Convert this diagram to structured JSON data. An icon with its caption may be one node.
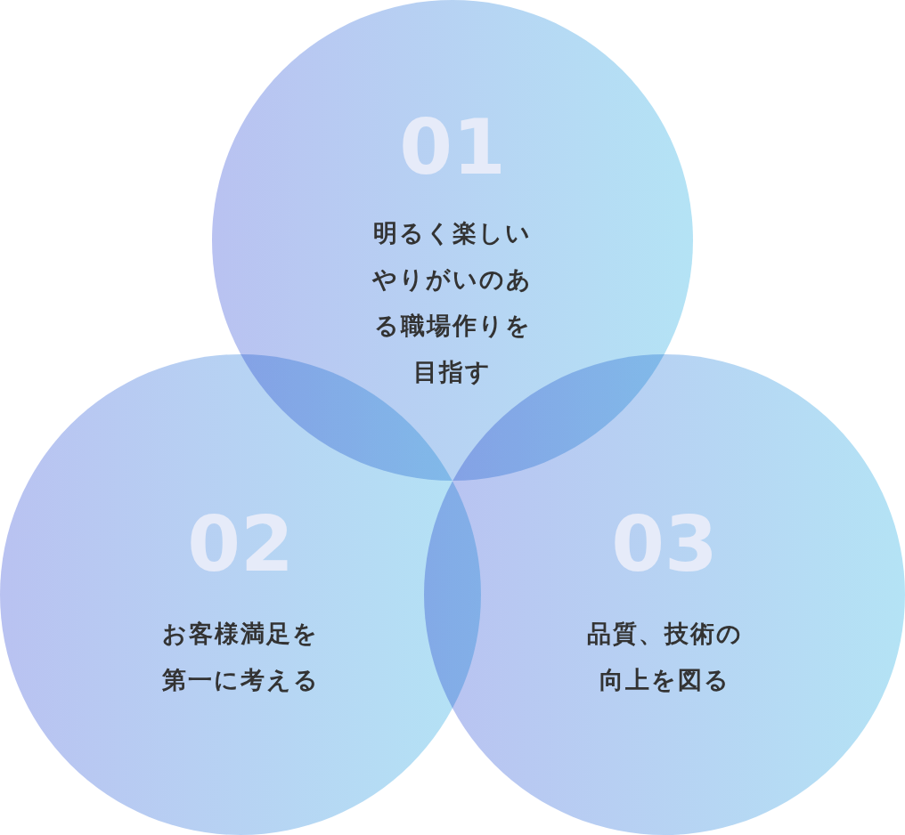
{
  "diagram": {
    "nodes": [
      {
        "text": [
          "01",
          "明るく楽しいやりがいのある職場作りを目指す"
        ]
      },
      {
        "text": [
          "02",
          "お客様満足を第一に考える"
        ]
      },
      {
        "text": [
          "03",
          "品質、技術の向上を図る"
        ]
      }
    ],
    "edges": []
  }
}
